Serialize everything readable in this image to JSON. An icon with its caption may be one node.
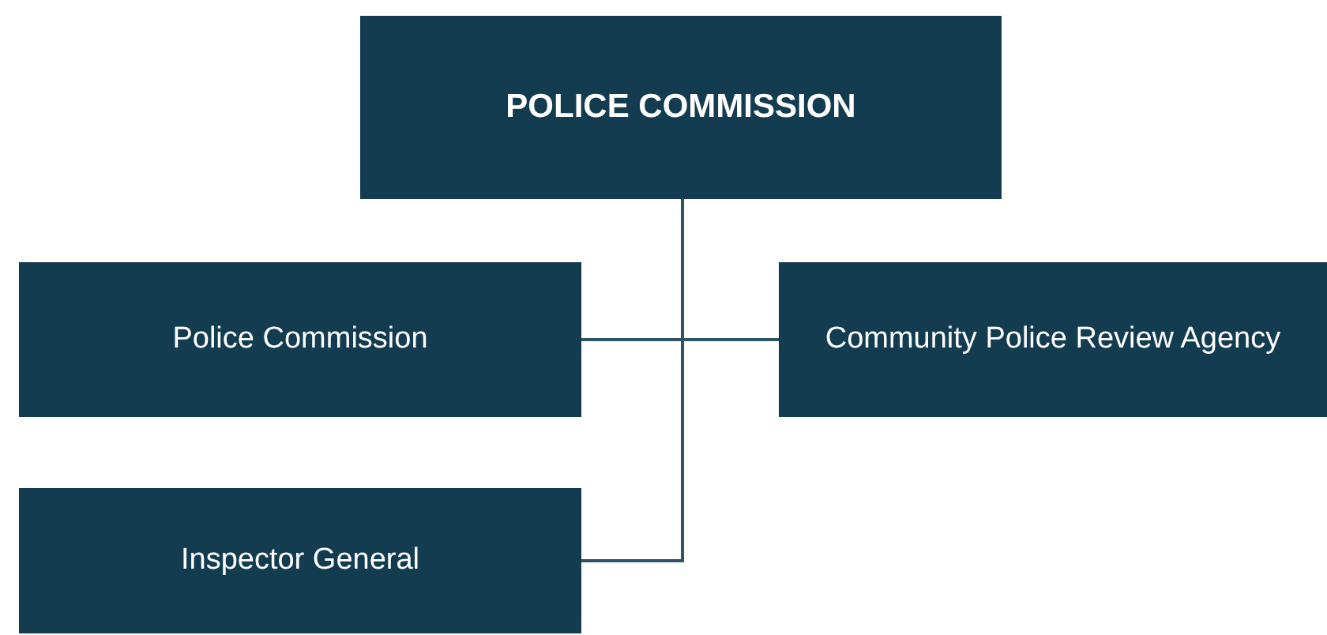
{
  "diagram": {
    "nodes": [
      {
        "text": [
          "POLICE COMMISSION"
        ]
      },
      {
        "text": [
          "Police Commission"
        ]
      },
      {
        "text": [
          "Community Police Review Agency"
        ]
      },
      {
        "text": [
          "Inspector General"
        ]
      }
    ],
    "edges": [
      {
        "from": 0,
        "to": 1,
        "arrow": "none"
      },
      {
        "from": 0,
        "to": 2,
        "arrow": "none"
      },
      {
        "from": 0,
        "to": 3,
        "arrow": "none"
      }
    ]
  }
}
